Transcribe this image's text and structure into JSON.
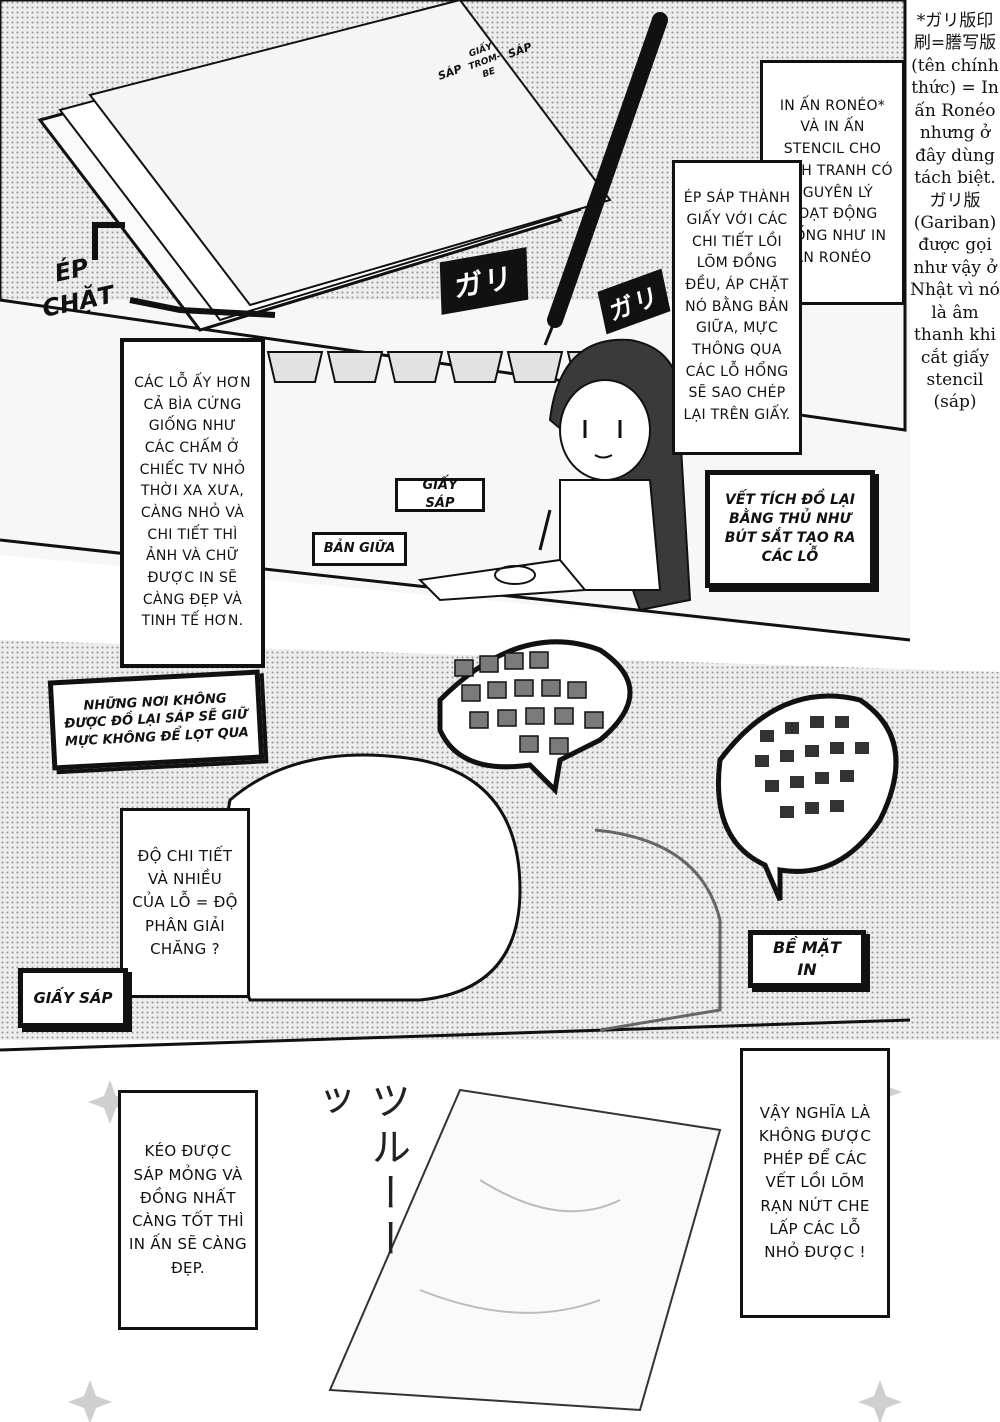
{
  "sidenote": "*ガリ版印刷=謄写版 (tên chính thức) = In ấn Ronéo nhưng ở đây dùng tách biệt. ガリ版 (Gariban) được gọi như vậy ở Nhật vì nó là âm thanh khi cắt giấy stencil (sáp)",
  "panel1": {
    "layer_labels": [
      "SÁP",
      "GIẤY TROM-BE",
      "SÁP"
    ],
    "press_label": "ÉP CHẶT",
    "caption_roneo": "IN ẤN RONÉO* VÀ IN ẤN STENCIL CHO SÁCH TRANH CÓ NGUYÊN LÝ HOẠT ĐỘNG GIỐNG NHƯ IN ẤN RONÉO",
    "caption_press": "ÉP SÁP THÀNH GIẤY VỚI CÁC CHI TIẾT LỒI LÕM ĐỒNG ĐỀU, ÁP CHẶT NÓ BẰNG BẢN GIỮA, MỰC THÔNG QUA CÁC LỖ HỔNG SẼ SAO CHÉP LẠI TRÊN GIẤY.",
    "sfx_1": "ガリ",
    "sfx_2": "ガリ"
  },
  "panel2": {
    "caption_holes": "CÁC LỖ ẤY HƠN CẢ BÌA CỨNG GIỐNG NHƯ CÁC CHẤM Ở CHIẾC TV NHỎ THỜI XA XƯA, CÀNG NHỎ VÀ CHI TIẾT THÌ ẢNH VÀ CHỮ ĐƯỢC IN SẼ CÀNG ĐẸP VÀ TINH TẾ HƠN.",
    "label_wax_paper": "GIẤY SÁP",
    "label_middle_plate": "BẢN GIỮA",
    "label_trace": "VẾT TÍCH ĐỒ LẠI BẰNG THỦ NHƯ BÚT SẮT TẠO RA CÁC LỖ"
  },
  "panel3": {
    "label_not_traced": "NHỮNG NƠI KHÔNG ĐƯỢC ĐỒ LẠI SÁP SẼ GIỮ MỰC KHÔNG ĐỂ LỌT QUA",
    "caption_resolution": "ĐỘ CHI TIẾT VÀ NHIỀU CỦA LỖ = ĐỘ PHÂN GIẢI CHĂNG ?",
    "label_wax_paper": "GIẤY SÁP",
    "label_print_surface": "BỀ MẶT IN"
  },
  "panel4": {
    "caption_thin": "KÉO ĐƯỢC SÁP MỎNG VÀ ĐỒNG NHẤT CÀNG TỐT THÌ IN ẤN SẼ CÀNG ĐẸP.",
    "caption_cracks": "VẬY NGHĨA LÀ KHÔNG ĐƯỢC PHÉP ĐỂ CÁC VẾT LỒI LÕM RẠN NỨT CHE LẤP CÁC LỖ NHỎ ĐƯỢC !",
    "sfx_slide": "ツルーーッ"
  }
}
